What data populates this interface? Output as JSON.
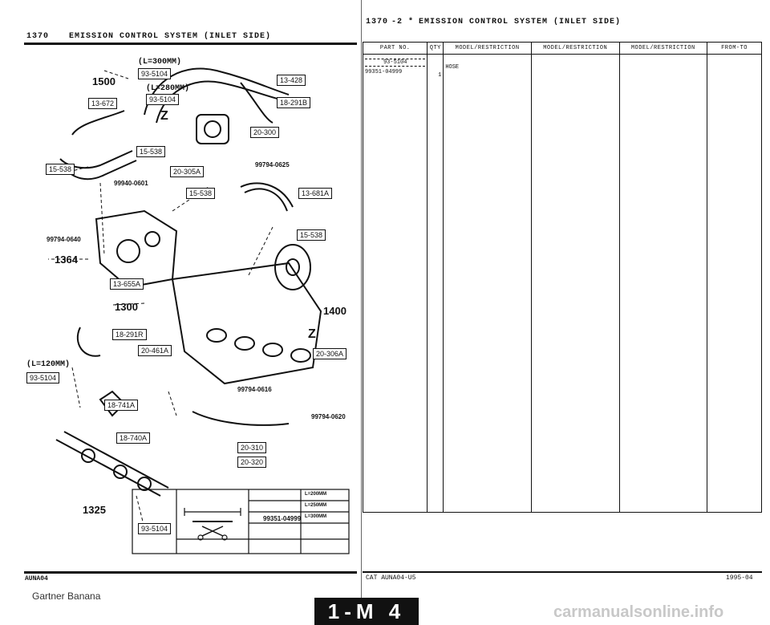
{
  "left_page": {
    "header": {
      "page_no": "1370",
      "title": "EMISSION CONTROL SYSTEM (INLET SIDE)"
    },
    "lengths": {
      "l300": "(L=300MM)",
      "l280": "(L=280MM)",
      "l120": "(L=120MM)"
    },
    "refs": {
      "r1500": "1500",
      "r1364": "1364",
      "r1300": "1300",
      "r1400": "1400",
      "r1325": "1325",
      "z1": "Z",
      "z2": "Z"
    },
    "tags": {
      "t93_5104_a": "93-5104",
      "t93_5104_b": "93-5104",
      "t93_5104_c": "93-5104",
      "t93_5104_d": "93-5104",
      "t13_428": "13-428",
      "t18_291b": "18-291B",
      "t13_672": "13-672",
      "t20_300": "20-300",
      "t15_538_a": "15-538",
      "t15_538_b": "15-538",
      "t15_538_c": "15-538",
      "t15_538_d": "15-538",
      "t20_305a": "20-305A",
      "t13_681a": "13-681A",
      "t13_655a": "13-655A",
      "t18_291r": "18-291R",
      "t20_461a": "20-461A",
      "t20_306a": "20-306A",
      "t18_741a": "18-741A",
      "t18_740a": "18-740A",
      "t20_310": "20-310",
      "t20_320": "20-320"
    },
    "notes": {
      "n99794_0625": "99794-0625",
      "n99940_0601": "99940-0601",
      "n99794_0640": "99794-0640",
      "n99794_0616": "99794-0616",
      "n99794_0620": "99794-0620",
      "n99351_04999": "99351-04999"
    },
    "legend_rows": [
      "L=200MM",
      "L=250MM",
      "L=300MM"
    ],
    "footer_code": "AUNA04",
    "watermark": "Gartner Banana"
  },
  "right_page": {
    "header": {
      "page_no": "1370",
      "suffix": "-2 *",
      "title": "EMISSION CONTROL SYSTEM (INLET SIDE)"
    },
    "columns": [
      "PART NO.",
      "QTY",
      "MODEL/RESTRICTION",
      "MODEL/RESTRICTION",
      "MODEL/RESTRICTION",
      "FROM-TO"
    ],
    "row": {
      "ref": "93-5104",
      "part_no": "99351-04999",
      "qty": "1",
      "desc": "HOSE"
    },
    "footer_cat": "CAT AUNA04-U5",
    "footer_date": "1995-04"
  },
  "footer_page": "1-M 4",
  "site": "carmanualsonline.info"
}
